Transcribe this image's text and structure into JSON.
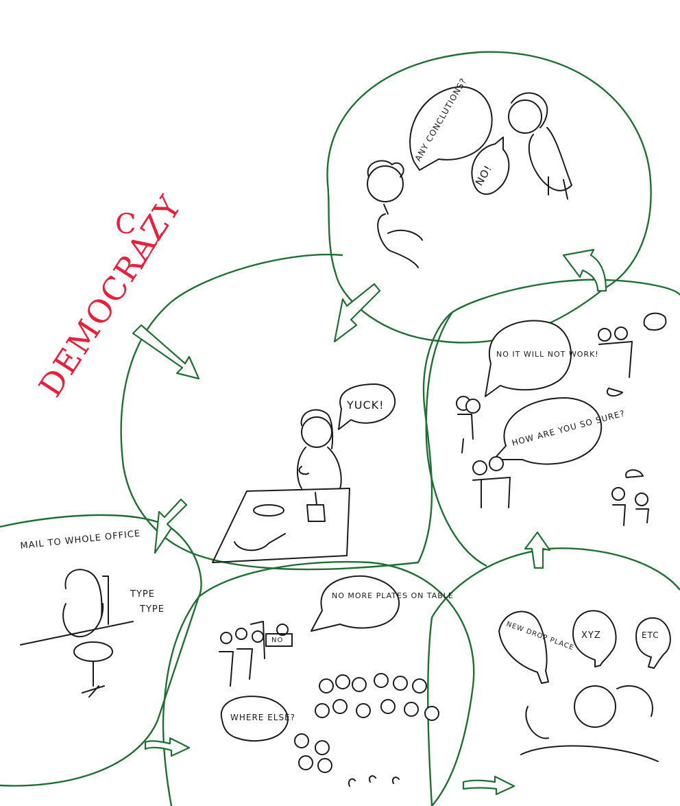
{
  "title": {
    "main": "DEMOCRAZY",
    "correction": "C"
  },
  "panels": {
    "meeting": {
      "question": "ANY CONCLUTIONS?",
      "answer": "NO!"
    },
    "kitchen": {
      "exclaim": "YUCK!"
    },
    "mail": {
      "caption": "MAIL TO WHOLE OFFICE",
      "sound1": "TYPE",
      "sound2": "TYPE"
    },
    "crowd": {
      "sign_top": "NO MORE PLATES ON TABLE",
      "sign_bottom": "WHERE ELSE?",
      "placard": "NO"
    },
    "ideas": {
      "bulb1": "NEW DROP PLACE",
      "bulb2": "XYZ",
      "bulb3": "ETC"
    },
    "debate": {
      "bubble1": "NO IT WILL NOT WORK!",
      "bubble2": "HOW ARE YOU SO SURE?"
    }
  },
  "colors": {
    "title": "#e8203a",
    "circles": "#1f6e34",
    "ink": "#1a1a1a"
  },
  "icon_names": [
    "flow-arrow-icon",
    "speech-bubble-icon",
    "lightbulb-icon"
  ]
}
